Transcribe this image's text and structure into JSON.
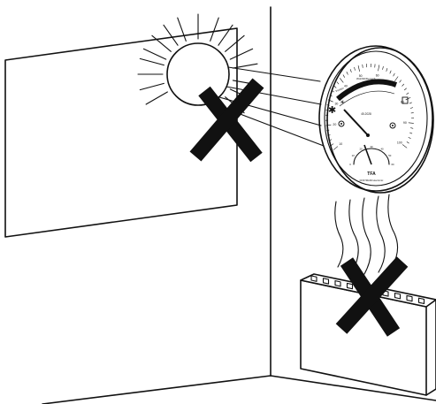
{
  "hygrometer": {
    "brand": "TFA",
    "model": "45.2028",
    "footer": "DOSTMANN electronic",
    "scale_outer": [
      "10",
      "20",
      "30",
      "40",
      "50",
      "60",
      "70",
      "80",
      "90",
      "100"
    ],
    "scale_inner": [
      "0",
      "10",
      "20",
      "30",
      "40",
      "50",
      "60"
    ],
    "zone_dry": "trocken",
    "zone_comfort": "Wohlfühlbereich",
    "zone_wet": "feucht"
  }
}
